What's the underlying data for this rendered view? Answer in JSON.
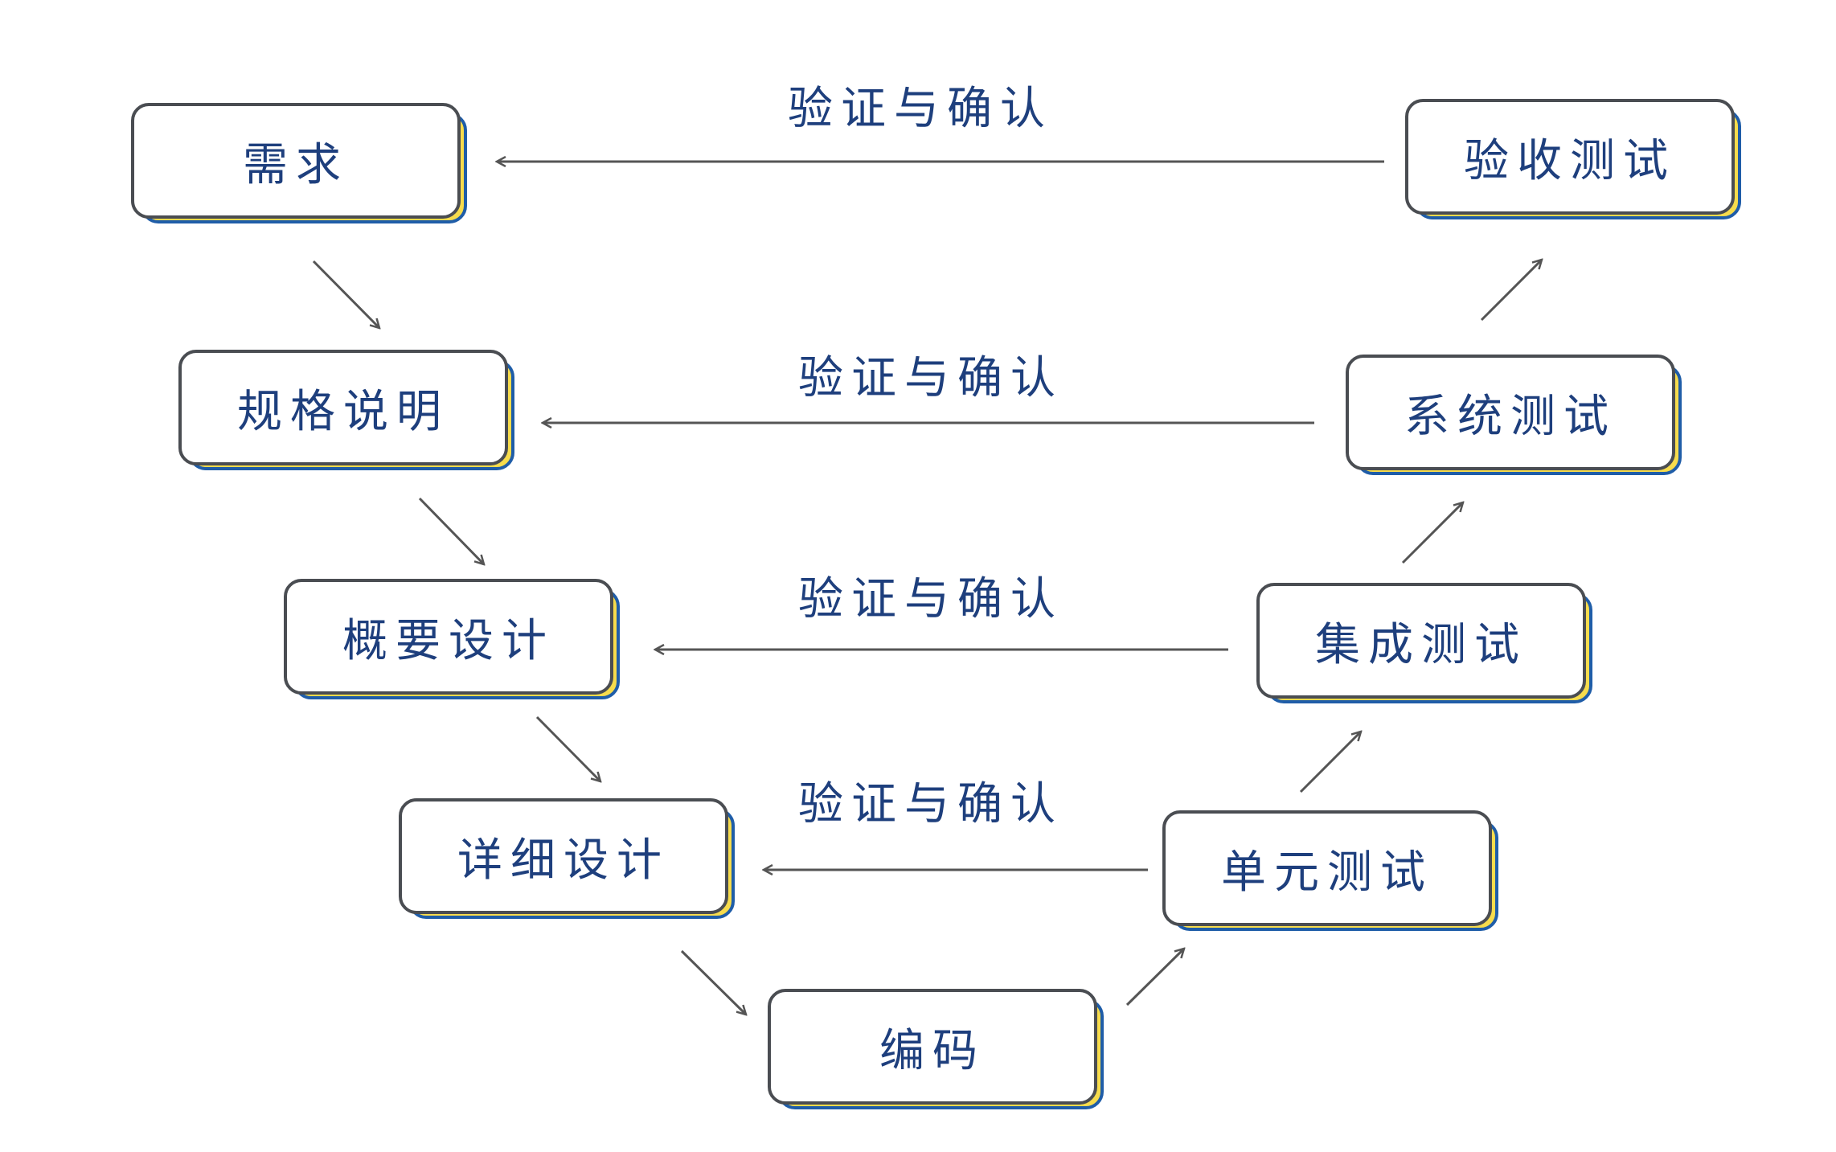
{
  "colors": {
    "box_border": "#4a4d52",
    "box_shadow_fill": "#f7dc4c",
    "box_shadow_border": "#1f5da8",
    "text": "#1e3f7d",
    "arrow": "#555555"
  },
  "left_branch": [
    {
      "id": "req",
      "label": "需求"
    },
    {
      "id": "spec",
      "label": "规格说明"
    },
    {
      "id": "overview",
      "label": "概要设计"
    },
    {
      "id": "detail",
      "label": "详细设计"
    }
  ],
  "bottom": {
    "id": "code",
    "label": "编码"
  },
  "right_branch": [
    {
      "id": "unit",
      "label": "单元测试"
    },
    {
      "id": "integration",
      "label": "集成测试"
    },
    {
      "id": "system",
      "label": "系统测试"
    },
    {
      "id": "acceptance",
      "label": "验收测试"
    }
  ],
  "validation_links": [
    {
      "from": "acceptance",
      "to": "req",
      "label": "验证与确认"
    },
    {
      "from": "system",
      "to": "spec",
      "label": "验证与确认"
    },
    {
      "from": "integration",
      "to": "overview",
      "label": "验证与确认"
    },
    {
      "from": "unit",
      "to": "detail",
      "label": "验证与确认"
    }
  ]
}
